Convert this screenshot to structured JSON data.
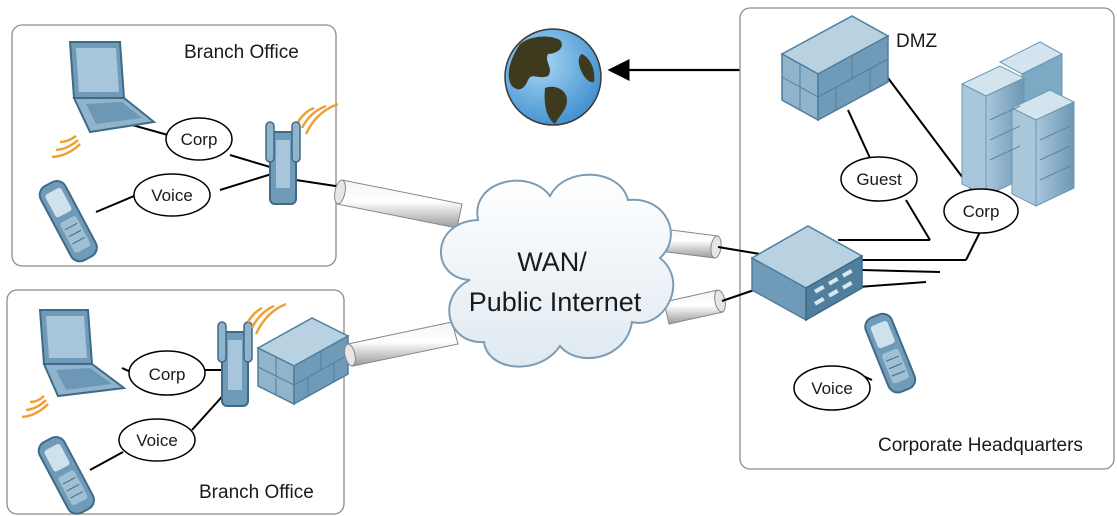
{
  "branch_office_1": {
    "title": "Branch Office",
    "corp_label": "Corp",
    "voice_label": "Voice"
  },
  "branch_office_2": {
    "title": "Branch Office",
    "corp_label": "Corp",
    "voice_label": "Voice"
  },
  "wan": {
    "line1": "WAN/",
    "line2": "Public Internet"
  },
  "headquarters": {
    "title": "Corporate Headquarters",
    "dmz_label": "DMZ",
    "guest_label": "Guest",
    "corp_label": "Corp",
    "voice_label": "Voice"
  },
  "icons": [
    "laptop-icon",
    "desk-phone-icon",
    "access-point-icon",
    "firewall-icon",
    "globe-icon",
    "server-icon",
    "controller-icon",
    "cloud-icon",
    "wan-tunnel-icon"
  ],
  "colors": {
    "device_blue": "#7ea9c4",
    "device_dark": "#4f7f9d",
    "wifi_orange": "#f0a030",
    "ocean": "#6bb2e6",
    "land": "#3d3a1e",
    "box_border": "#8c8c8c"
  }
}
